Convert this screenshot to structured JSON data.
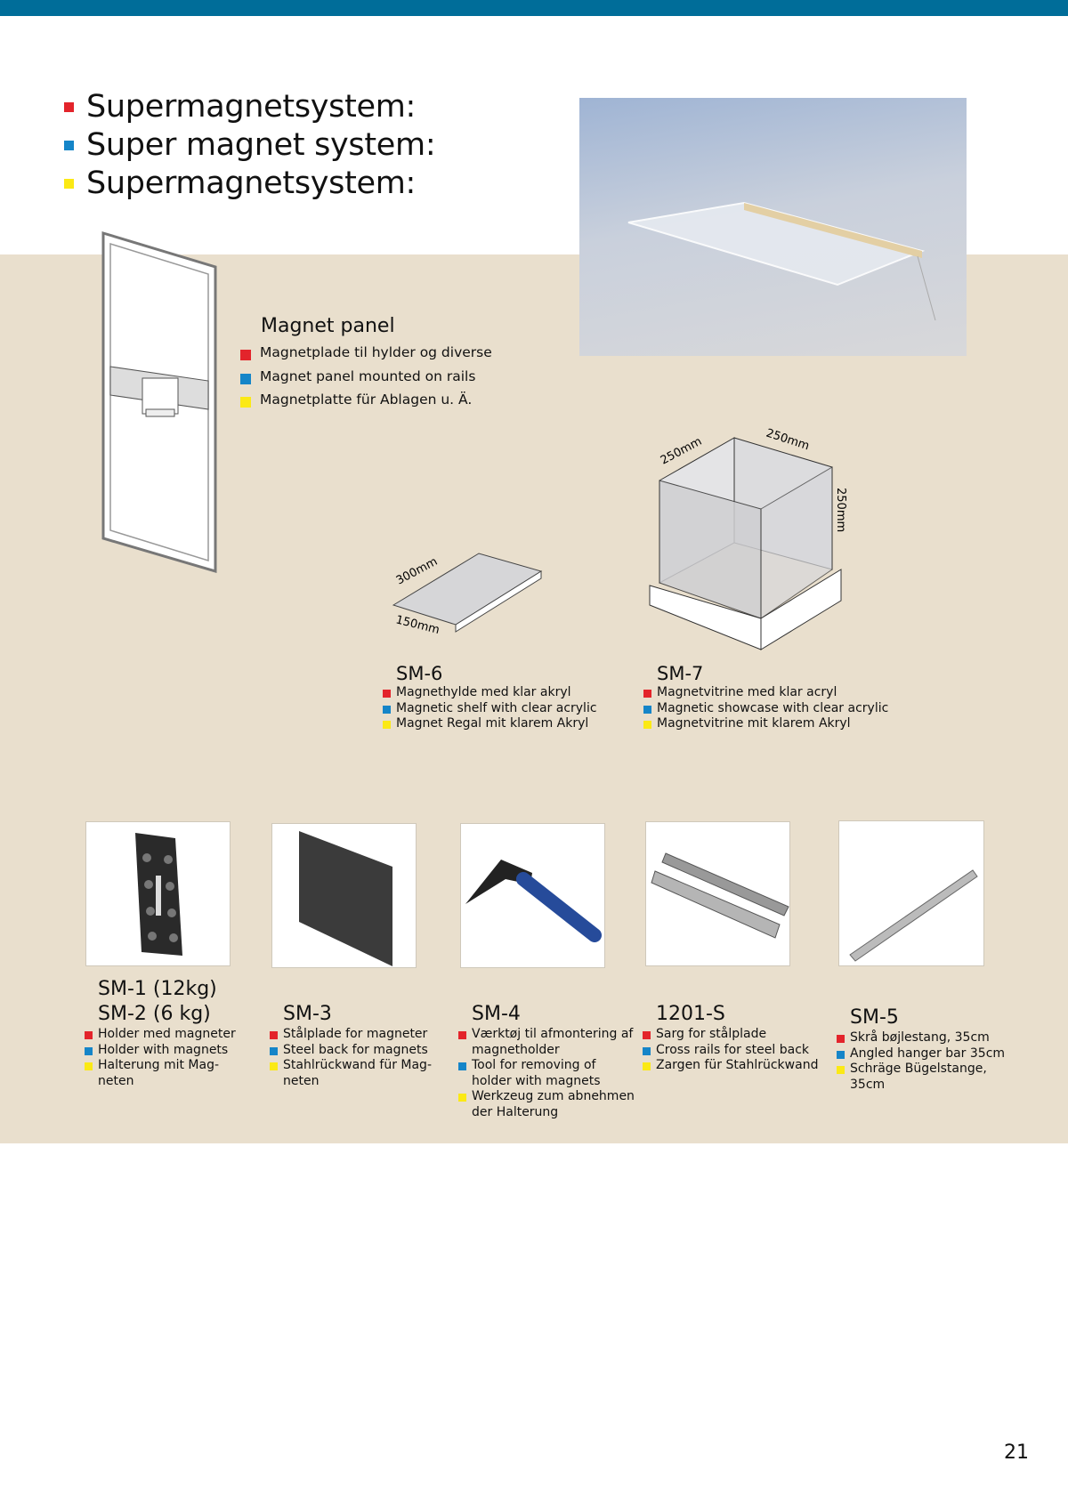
{
  "header": {
    "titles": [
      "Supermagnetsystem:",
      "Super magnet system:",
      "Supermagnetsystem:"
    ]
  },
  "colors": {
    "bar": "#006d99",
    "red": "#e3242b",
    "blue": "#1585c8",
    "yellow": "#fbe915",
    "beige": "#e9dfcd"
  },
  "magnet_panel": {
    "title": "Magnet panel",
    "lines": [
      "Magnetplade til hylder og diverse",
      "Magnet panel mounted on rails",
      "Magnetplatte für Ablagen u. Ä."
    ]
  },
  "sm6": {
    "code": "SM-6",
    "dims": [
      "300mm",
      "150mm"
    ],
    "lines": [
      "Magnethylde med klar akryl",
      "Magnetic shelf with clear acrylic",
      "Magnet Regal mit klarem Akryl"
    ]
  },
  "sm7": {
    "code": "SM-7",
    "dims": [
      "250mm",
      "250mm",
      "250mm"
    ],
    "lines": [
      "Magnetvitrine med klar acryl",
      "Magnetic showcase with clear acrylic",
      "Magnetvitrine mit klarem Akryl"
    ]
  },
  "products": [
    {
      "codes": [
        "SM-1 (12kg)",
        "SM-2 (6 kg)"
      ],
      "lines": [
        "Holder med magneter",
        "Holder with magnets",
        "Halterung mit Mag-\nneten"
      ]
    },
    {
      "codes": [
        "SM-3"
      ],
      "lines": [
        "Stålplade for magneter",
        "Steel back for magnets",
        "Stahlrückwand für Mag-\nneten"
      ]
    },
    {
      "codes": [
        "SM-4"
      ],
      "lines": [
        "Værktøj til afmontering af\nmagnetholder",
        "Tool for removing of\nholder with magnets",
        "Werkzeug zum abnehmen\nder Halterung"
      ]
    },
    {
      "codes": [
        "1201-S"
      ],
      "lines": [
        "Sarg for stålplade",
        "Cross rails for steel back",
        "Zargen für Stahlrückwand"
      ]
    },
    {
      "codes": [
        "SM-5"
      ],
      "lines": [
        "Skrå bøjlestang, 35cm",
        "Angled hanger bar 35cm",
        "Schräge Bügelstange,\n35cm"
      ]
    }
  ],
  "page_number": "21"
}
